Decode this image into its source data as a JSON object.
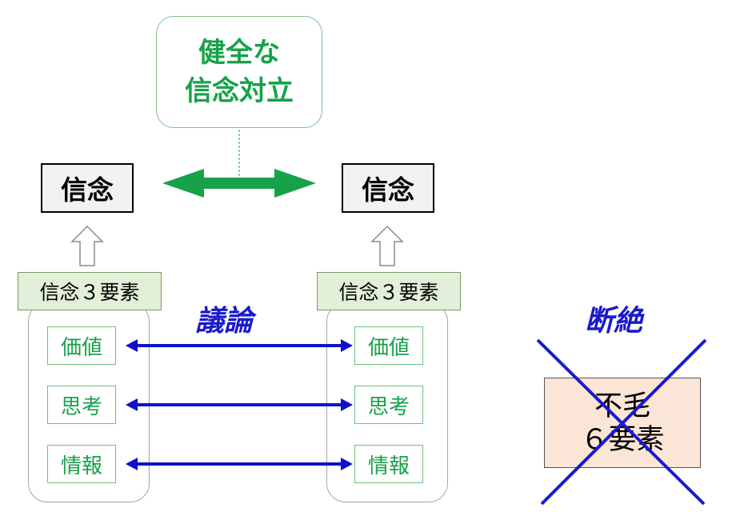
{
  "callout": {
    "line1": "健全な",
    "line2": "信念対立"
  },
  "left": {
    "belief": "信念",
    "header": "信念３要素",
    "items": [
      "価値",
      "思考",
      "情報"
    ]
  },
  "right": {
    "belief": "信念",
    "header": "信念３要素",
    "items": [
      "価値",
      "思考",
      "情報"
    ]
  },
  "discussion_label": "議論",
  "disconnect_label": "断絶",
  "futile_box": {
    "line1": "不毛",
    "line2": "６要素"
  },
  "colors": {
    "green": "#17a24a",
    "blue": "#1a1acc",
    "header_fill": "#e2efd9",
    "futile_fill": "#fbe5d6"
  }
}
